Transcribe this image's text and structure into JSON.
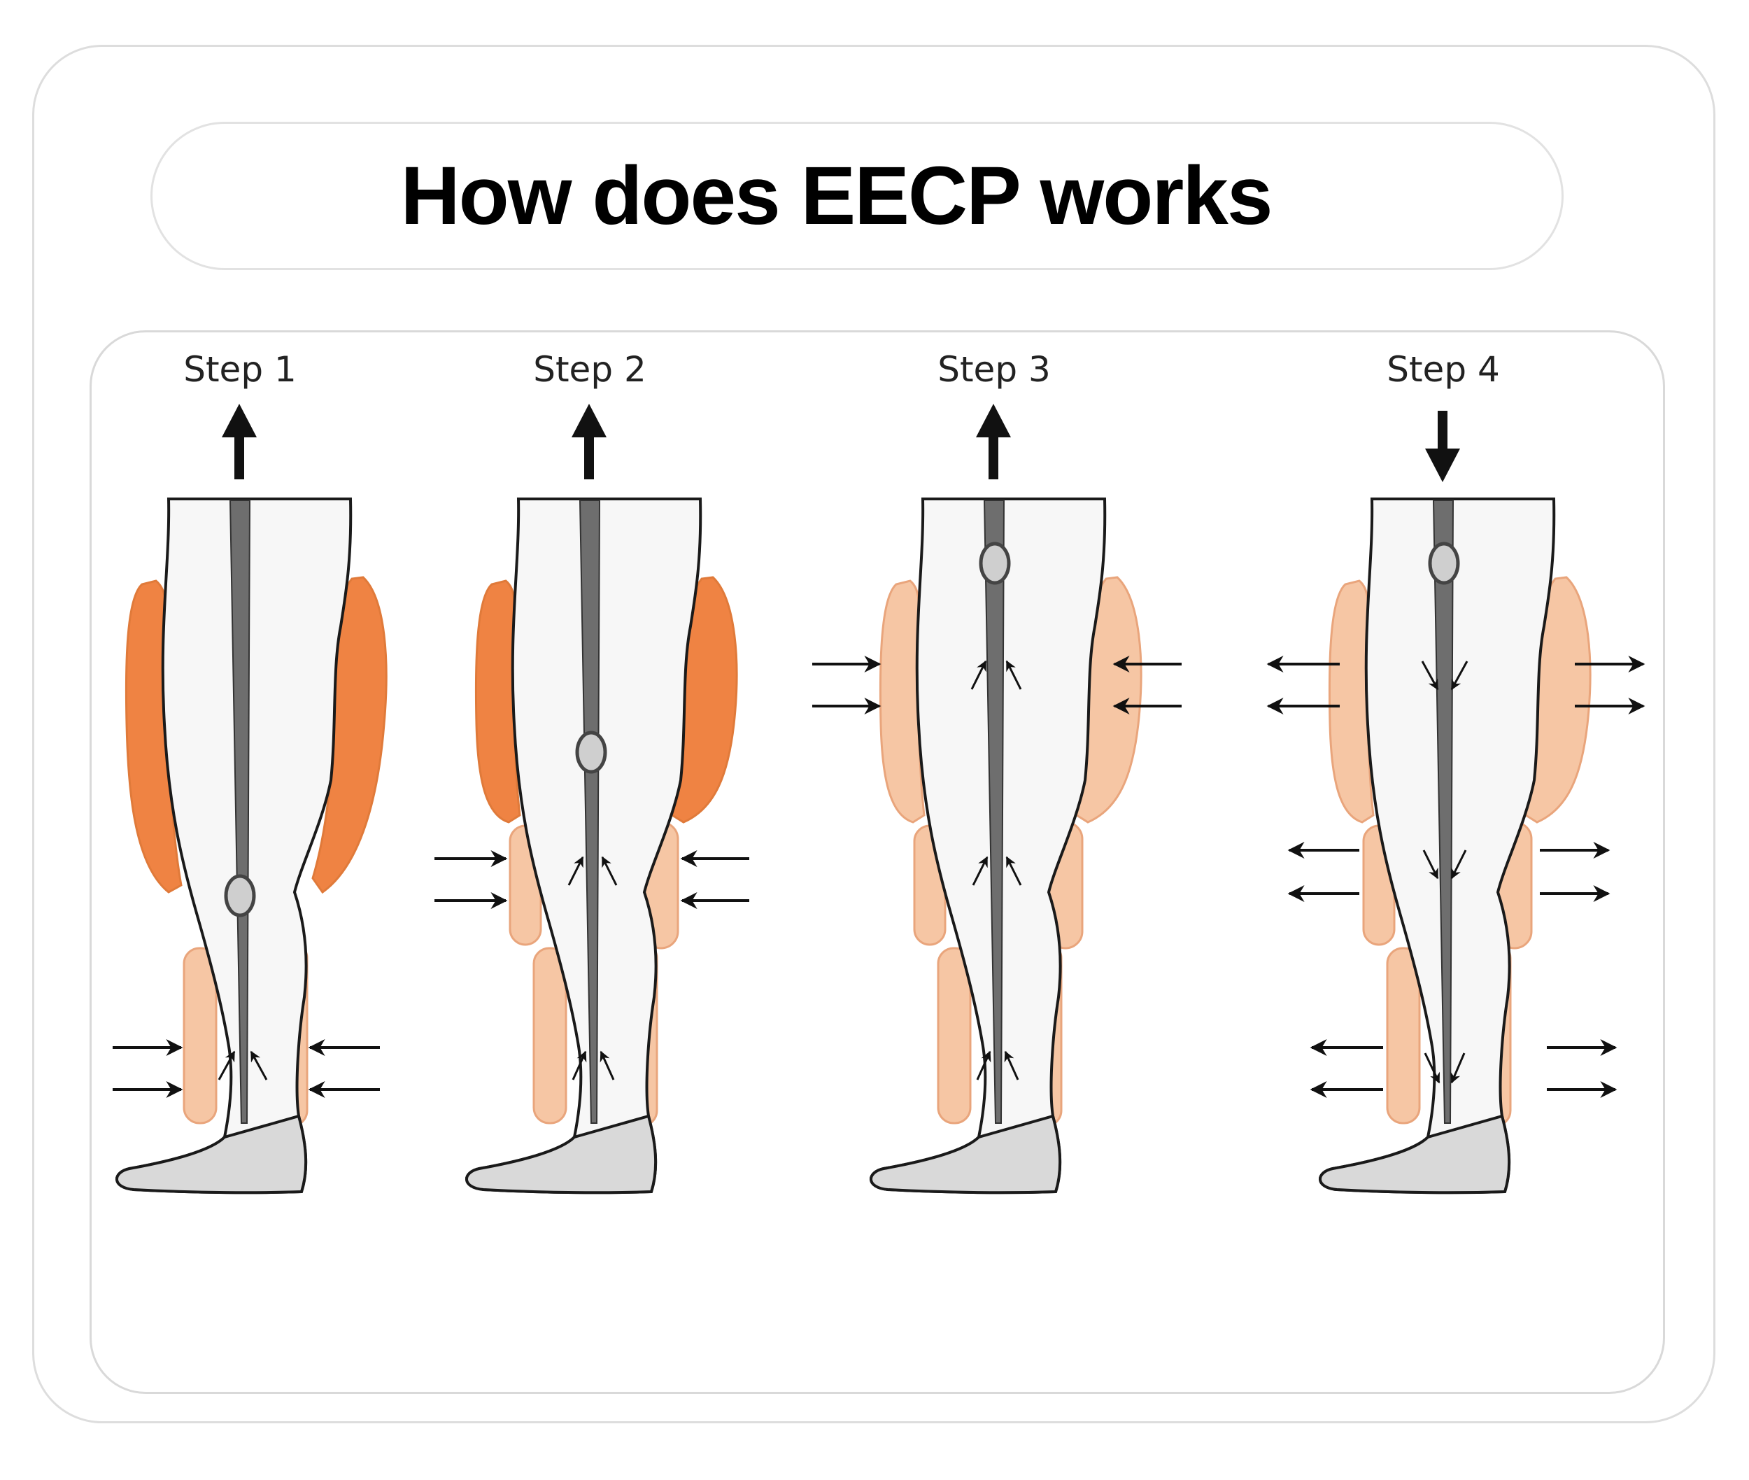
{
  "title": "How does EECP works",
  "steps": [
    {
      "label": "Step 1"
    },
    {
      "label": "Step 2"
    },
    {
      "label": "Step 3"
    },
    {
      "label": "Step 4"
    }
  ],
  "colors": {
    "cuff_inflated": "#ef8343",
    "cuff_deflated": "#f6c6a4",
    "cuff_outline": "#e9a57c",
    "leg_fill": "#f7f7f7",
    "foot_fill": "#d9d9d9",
    "artery": "#6e6e6e",
    "outline": "#1a1a1a",
    "card_border": "#dddddd"
  }
}
